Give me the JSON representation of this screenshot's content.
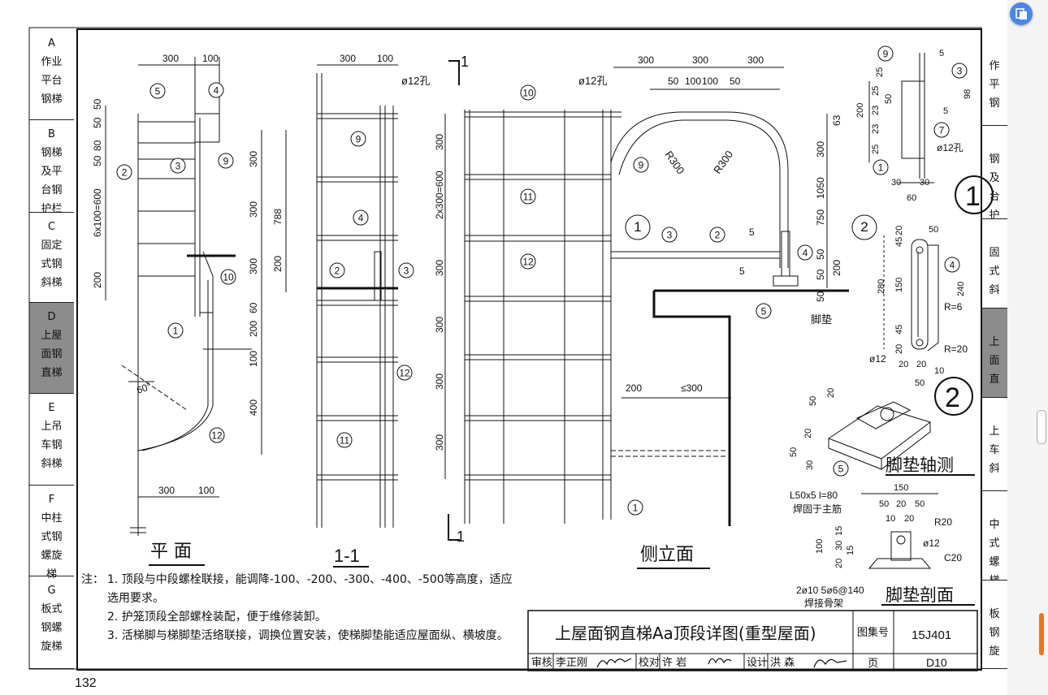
{
  "left_tabs": [
    {
      "text": "A\n作业\n平台\n钢梯",
      "active": false
    },
    {
      "text": "B\n钢梯\n及平\n台钢\n护栏",
      "active": false
    },
    {
      "text": "C\n固定\n式钢\n斜梯",
      "active": false
    },
    {
      "text": "D\n上屋\n面钢\n直梯",
      "active": true
    },
    {
      "text": "E\n上吊\n车钢\n斜梯",
      "active": false
    },
    {
      "text": "F\n中柱\n式钢\n螺旋\n梯",
      "active": false
    },
    {
      "text": "G\n板式\n钢螺\n旋梯",
      "active": false
    }
  ],
  "right_tabs": [
    {
      "text": "作\n平\n钢",
      "active": false
    },
    {
      "text": "钢\n及\n台\n护",
      "active": false
    },
    {
      "text": "固\n式\n斜",
      "active": false
    },
    {
      "text": "上\n面\n直",
      "active": true
    },
    {
      "text": "上\n车\n斜",
      "active": false
    },
    {
      "text": "中\n式\n螺\n梯",
      "active": false
    },
    {
      "text": "板\n钢\n旋",
      "active": false
    }
  ],
  "page_number": "132",
  "drawing": {
    "plan_title": "平  面",
    "section_title": "1-1",
    "elevation_title": "侧立面",
    "section_mark": "1",
    "detail1_mark": "1",
    "detail2_mark": "2",
    "pad_iso_title": "脚垫轴测",
    "pad_section_title": "脚垫剖面",
    "pad_label": "脚垫",
    "hole_label": "ø12孔",
    "hole_label_small": "ø12孔",
    "angle_label": "60°",
    "radius_a": "R300",
    "radius_b": "R300",
    "angle_steel_note_1": "L50x5  l=80",
    "angle_steel_note_2": "焊固于主筋",
    "rebar_note_1": "2ø10  5ø6@140",
    "rebar_note_2": "焊接骨架",
    "r20": "R20",
    "r20b": "R=20",
    "r6": "R=6",
    "c20": "C20",
    "d12": "ø12",
    "d12b": "ø12"
  },
  "notes": {
    "label": "注：",
    "items": [
      "1. 顶段与中段螺栓联接，能调降-100、-200、-300、-400、-500等高度，适应选用要求。",
      "2. 护笼顶段全部螺栓装配，便于维修装卸。",
      "3. 活梯脚与梯脚垫活络联接，调换位置安装，使梯脚垫能适应屋面纵、横坡度。"
    ]
  },
  "title_block": {
    "title": "上屋面钢直梯Aa顶段详图(重型屋面)",
    "atlas_label": "图集号",
    "atlas_value": "15J401",
    "page_label": "页",
    "page_value": "D10",
    "review_label": "审核",
    "review_name": "李正刚",
    "check_label": "校对",
    "check_name": "许  岩",
    "design_label": "设计",
    "design_name": "洪  森"
  },
  "dimensions": {
    "plan": [
      "300",
      "100",
      "50",
      "50",
      "80",
      "50",
      "6x100=600",
      "200",
      "300",
      "300",
      "300",
      "788",
      "200",
      "60",
      "200",
      "100",
      "400",
      "300",
      "100"
    ],
    "section": [
      "300",
      "100"
    ],
    "elevation": [
      "300",
      "300",
      "300",
      "50",
      "100",
      "100",
      "50",
      "300",
      "2x300=600",
      "300",
      "300",
      "300",
      "300",
      "63",
      "300",
      "1050",
      "750",
      "50",
      "50",
      "200",
      "50",
      "200",
      "≤300",
      "5",
      "5"
    ],
    "detail1": [
      "25",
      "200",
      "25",
      "23",
      "23",
      "25",
      "50",
      "98",
      "30",
      "30",
      "60",
      "5",
      "5"
    ],
    "detail2": [
      "50",
      "45",
      "20",
      "280",
      "150",
      "45",
      "20",
      "240",
      "20",
      "20",
      "10",
      "50"
    ],
    "pad_iso": [
      "50",
      "20",
      "20",
      "50",
      "30"
    ],
    "pad_section": [
      "150",
      "50",
      "20",
      "50",
      "10",
      "20",
      "100",
      "30",
      "15",
      "15",
      "20"
    ]
  },
  "callouts": [
    "1",
    "2",
    "3",
    "4",
    "5",
    "7",
    "9",
    "10",
    "11",
    "12"
  ]
}
